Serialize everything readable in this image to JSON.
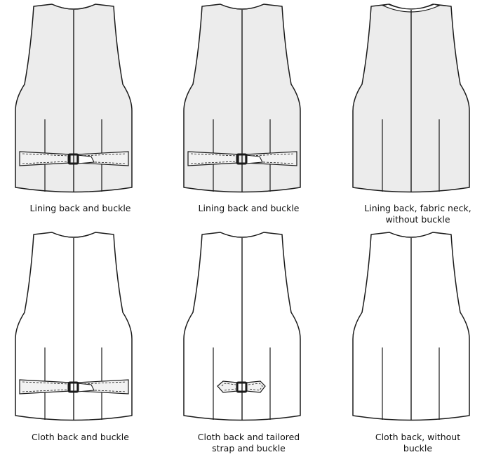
{
  "variants": [
    {
      "caption": "Lining back and buckle",
      "lining": true,
      "fabric_neck": false,
      "strap": "full",
      "center_seam": true
    },
    {
      "caption": "Lining back and buckle",
      "lining": true,
      "fabric_neck": false,
      "strap": "full",
      "center_seam": true
    },
    {
      "caption": "Lining back, fabric neck,\nwithout buckle",
      "lining": true,
      "fabric_neck": true,
      "strap": "none",
      "center_seam": true
    },
    {
      "caption": "Cloth back and buckle",
      "lining": false,
      "fabric_neck": false,
      "strap": "full",
      "center_seam": true
    },
    {
      "caption": "Cloth back and tailored\nstrap and buckle",
      "lining": false,
      "fabric_neck": false,
      "strap": "tailored",
      "center_seam": true
    },
    {
      "caption": "Cloth back, without\nbuckle",
      "lining": false,
      "fabric_neck": false,
      "strap": "none",
      "center_seam": true
    }
  ],
  "colors": {
    "lining_fill": "#ececec",
    "cloth_fill": "#ffffff",
    "stroke": "#1a1a1a",
    "strap_fill": "#f2f2f2"
  }
}
